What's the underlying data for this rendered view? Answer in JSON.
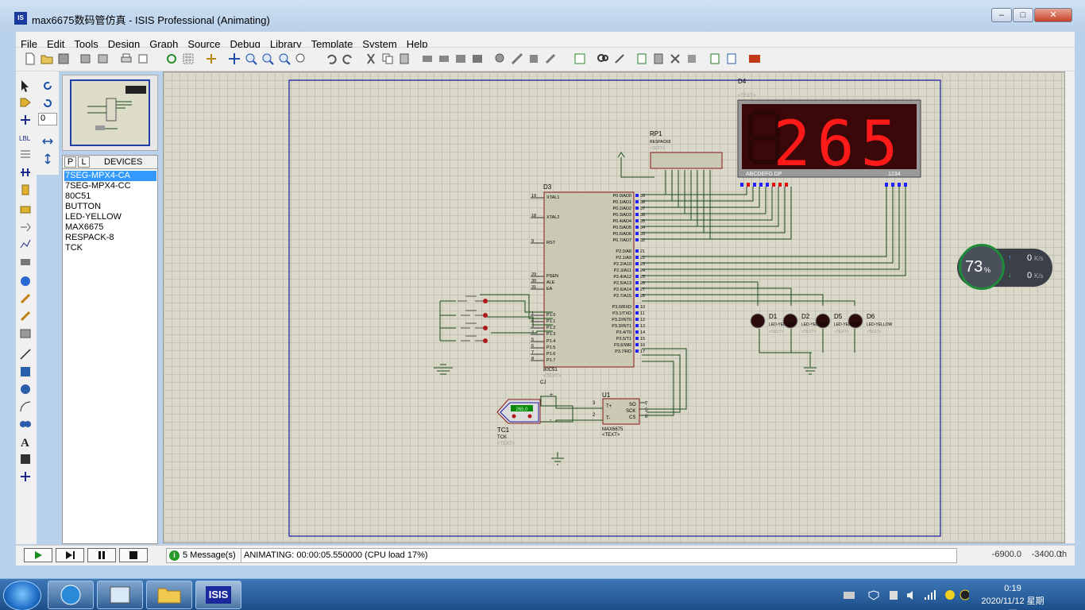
{
  "window": {
    "title": "max6675数码管仿真 - ISIS Professional (Animating)",
    "minimize_label": "–",
    "maximize_label": "□",
    "close_label": "✕"
  },
  "menu": [
    "File",
    "Edit",
    "Tools",
    "Design",
    "Graph",
    "Source",
    "Debug",
    "Library",
    "Template",
    "System",
    "Help"
  ],
  "zoom_field": "0",
  "devices": {
    "tab_p": "P",
    "tab_l": "L",
    "header": "DEVICES",
    "items": [
      "7SEG-MPX4-CA",
      "7SEG-MPX4-CC",
      "80C51",
      "BUTTON",
      "LED-YELLOW",
      "MAX6675",
      "RESPACK-8",
      "TCK"
    ],
    "selected": "7SEG-MPX4-CA"
  },
  "schematic": {
    "display_ref": "D4",
    "display_text": "<TEXT>",
    "display_digits": "265",
    "display_seg_label": "ABCDEFG  DP",
    "display_com_label": "1234",
    "respack_ref": "RP1",
    "respack_type": "RESPACK8",
    "respack_text": "<TEXT>",
    "mcu_ref": "D3",
    "mcu_type": "80C51",
    "mcu_text": "<TEXT>",
    "mcu_left_pins": [
      "XTAL1",
      "XTAL2",
      "RST",
      "PSEN",
      "ALE",
      "EA",
      "P1.0",
      "P1.1",
      "P1.2",
      "P1.3",
      "P1.4",
      "P1.5",
      "P1.6",
      "P1.7"
    ],
    "mcu_left_nums": [
      "19",
      "18",
      "9",
      "29",
      "30",
      "31",
      "1",
      "2",
      "3",
      "4",
      "5",
      "6",
      "7",
      "8"
    ],
    "mcu_right_pins": [
      "P0.0/AD0",
      "P0.1/AD1",
      "P0.2/AD2",
      "P0.3/AD3",
      "P0.4/AD4",
      "P0.5/AD5",
      "P0.6/AD6",
      "P0.7/AD7",
      "P2.0/A8",
      "P2.1/A9",
      "P2.2/A10",
      "P2.3/A11",
      "P2.4/A12",
      "P2.5/A13",
      "P2.6/A14",
      "P2.7/A15",
      "P3.0/RXD",
      "P3.1/TXD",
      "P3.2/INT0",
      "P3.3/INT1",
      "P3.4/T0",
      "P3.5/T1",
      "P3.6/WR",
      "P3.7/RD"
    ],
    "mcu_right_nums": [
      "39",
      "38",
      "37",
      "36",
      "35",
      "34",
      "33",
      "32",
      "21",
      "22",
      "23",
      "24",
      "25",
      "26",
      "27",
      "28",
      "10",
      "11",
      "12",
      "13",
      "14",
      "15",
      "16",
      "17"
    ],
    "leds": [
      {
        "ref": "D1",
        "type": "LED-YELLOW",
        "text": "<TEXT>"
      },
      {
        "ref": "D2",
        "type": "LED-YELLOW",
        "text": "<TEXT>"
      },
      {
        "ref": "D5",
        "type": "LED-YELLOW",
        "text": "<TEXT>"
      },
      {
        "ref": "D6",
        "type": "LED-YELLOW",
        "text": "<TEXT>"
      }
    ],
    "sensor_ref": "U1",
    "sensor_type": "MAX6675",
    "sensor_text": "<TEXT>",
    "sensor_pins_left": [
      "T+",
      "T-"
    ],
    "sensor_pins_left_nums": [
      "3",
      "2"
    ],
    "sensor_pins_right": [
      "SO",
      "SCK",
      "CS"
    ],
    "sensor_pins_right_nums": [
      "7",
      "5",
      "6"
    ],
    "tc_ref": "TC1",
    "tc_type": "TCK",
    "tc_text": "<TEXT>",
    "tc_value": "265.0",
    "tc_cj": "CJ",
    "tc_plus": "+",
    "tc_minus": "-"
  },
  "net_widget": {
    "percent": "73",
    "percent_unit": "%",
    "upload": "0",
    "download": "0",
    "unit": "K/s"
  },
  "status": {
    "messages": "5 Message(s)",
    "animating": "ANIMATING: 00:00:05.550000 (CPU load 17%)",
    "coord_x": "-6900.0",
    "coord_y": "-3400.0",
    "unit": "th"
  },
  "taskbar": {
    "time": "0:19",
    "date": "2020/11/12 星期四",
    "isis_label": "ISIS"
  },
  "colors": {
    "accent": "#3399ff",
    "seg_red": "#ff1a1a",
    "wire": "#1a4d1a",
    "border_blue": "#1a1aa0"
  }
}
